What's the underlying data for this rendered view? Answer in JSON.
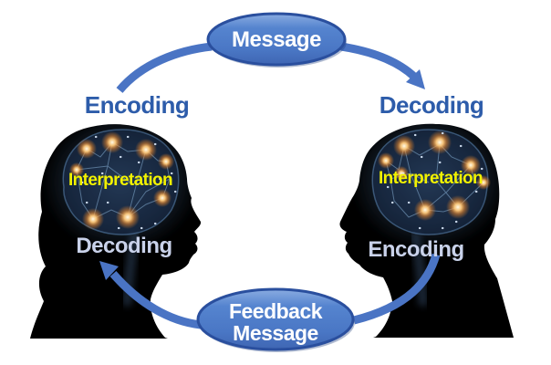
{
  "labels": {
    "message": "Message",
    "feedback_line1": "Feedback",
    "feedback_line2": "Message",
    "left_person_top": "Encoding",
    "left_person_brain": "Interpretation",
    "left_person_inner": "Decoding",
    "right_person_top": "Decoding",
    "right_person_brain": "Interpretation",
    "right_person_inner": "Encoding"
  },
  "colors": {
    "background": "#ffffff",
    "ellipse_fill": "#4d7bc8",
    "ellipse_border": "#2a4f9e",
    "arrow": "#4a74c4",
    "process_label_blue": "#2d5caa",
    "interpretation_yellow": "#f2f200",
    "inner_label": "#c9d2ea",
    "silhouette": "#000000"
  }
}
